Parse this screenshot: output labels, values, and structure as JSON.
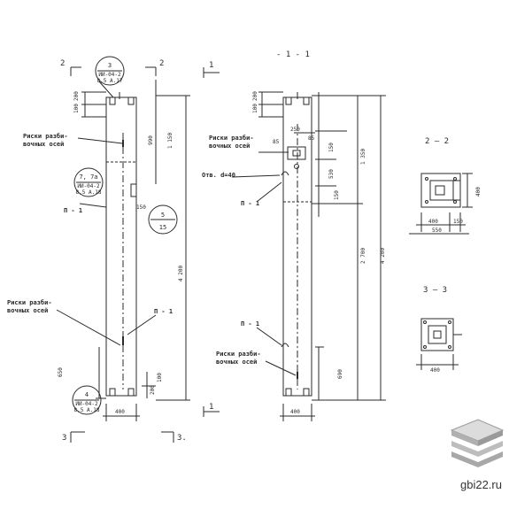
{
  "colors": {
    "ink": "#2a2a2a",
    "paper": "#ffffff",
    "logo_light": "#dcdcdc",
    "logo_dark": "#9a9a9a"
  },
  "left_view": {
    "section_2_left": "2",
    "section_2_right": "2",
    "section_3_left": "3",
    "section_3_right": "3.",
    "view_1": "1",
    "node_top": {
      "number": "3",
      "code": "ИИ-04-2",
      "sheet": "8,5 А.17"
    },
    "node_mid": {
      "number": "7, 7а",
      "code": "ИИ-04-2",
      "sheet": "8,5 А.18"
    },
    "node_bot": {
      "number": "4",
      "code": "ИИ-04-2",
      "sheet": "8,5 А.18"
    },
    "detail_5": {
      "top": "5",
      "bottom": "15"
    },
    "label_riski_1": "Риски разби-",
    "label_riski_2": "вочных осей",
    "label_p1": "П - 1",
    "dim_100a": "100",
    "dim_200a": "200",
    "dim_990": "990",
    "dim_1150": "1 150",
    "dim_150": "150",
    "dim_650": "650",
    "dim_200b": "200",
    "dim_100b": "100",
    "dim_4200": "4 200",
    "dim_400": "400"
  },
  "right_view": {
    "title": "- 1 - 1",
    "dim_100": "100",
    "dim_200": "200",
    "dim_250": "250",
    "dim_85": "85",
    "dim_150a": "150",
    "dim_530": "530",
    "dim_150b": "150",
    "dim_1350": "1 350",
    "dim_2700": "2 700",
    "dim_4200": "4 200",
    "dim_690": "690",
    "dim_400": "400",
    "label_riski_1": "Риски разби-",
    "label_riski_2": "вочных осей",
    "label_otv": "Отв. d=40",
    "label_p1": "П - 1"
  },
  "section_2_2": {
    "title": "2  —  2",
    "dim_400w": "400",
    "dim_150": "150",
    "dim_550": "550",
    "dim_400h": "400"
  },
  "section_3_3": {
    "title": "3  —  3",
    "dim_400": "400"
  },
  "watermark": "gbi22.ru"
}
